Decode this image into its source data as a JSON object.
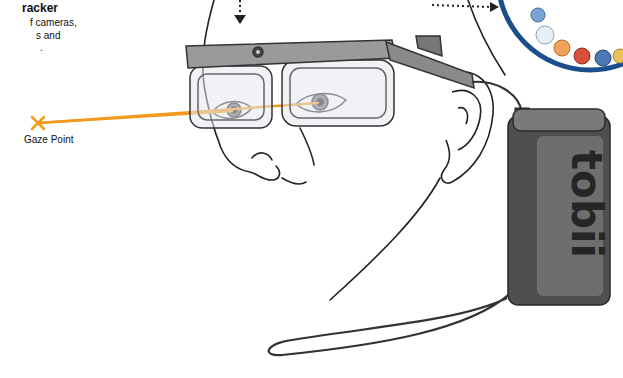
{
  "diagram": {
    "nodes": [
      {
        "text": [
          "tobii"
        ]
      }
    ],
    "labels": [
      "racker",
      "f cameras,",
      "s and",
      ".",
      "Gaze Point"
    ]
  }
}
